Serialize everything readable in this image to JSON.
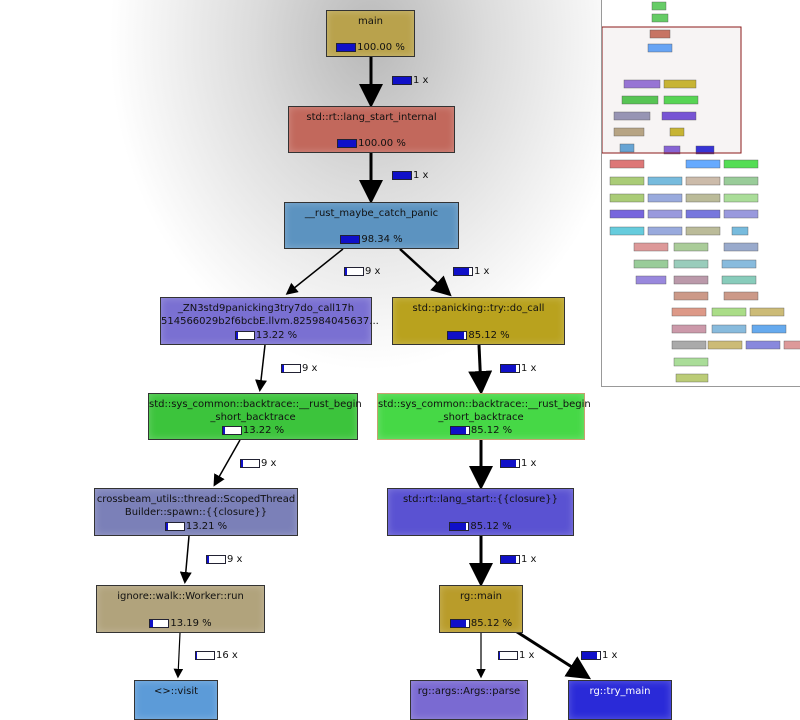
{
  "nodes": [
    {
      "id": "main",
      "name": "main",
      "cost": "100.00 %",
      "fill": 1.0,
      "color": "#b9a24c"
    },
    {
      "id": "lsi",
      "name": "std::rt::lang_start_internal",
      "cost": "100.00 %",
      "fill": 1.0,
      "color": "#c2685c"
    },
    {
      "id": "rmcp",
      "name": "__rust_maybe_catch_panic",
      "cost": "98.34 %",
      "fill": 0.98,
      "color": "#5c93c0"
    },
    {
      "id": "zn3",
      "name": "_ZN3std9panicking3try7do_call17h 514566029b2f6bcbE.llvm.825984045637...",
      "cost": "13.22 %",
      "fill": 0.13,
      "color": "#7a70d2"
    },
    {
      "id": "docall",
      "name": "std::panicking::try::do_call",
      "cost": "85.12 %",
      "fill": 0.85,
      "color": "#b9a21e"
    },
    {
      "id": "sbL",
      "name": "std::sys_common::backtrace::__rust_begin _short_backtrace",
      "cost": "13.22 %",
      "fill": 0.13,
      "color": "#3cc43c"
    },
    {
      "id": "sbR",
      "name": "std::sys_common::backtrace::__rust_begin _short_backtrace",
      "cost": "85.12 %",
      "fill": 0.85,
      "color": "#46d846"
    },
    {
      "id": "cb",
      "name": "crossbeam_utils::thread::ScopedThread Builder::spawn::{{closure}}",
      "cost": "13.21 %",
      "fill": 0.13,
      "color": "#7b80b8"
    },
    {
      "id": "lsc",
      "name": "std::rt::lang_start::{{closure}}",
      "cost": "85.12 %",
      "fill": 0.85,
      "color": "#5a52d2"
    },
    {
      "id": "wr",
      "name": "ignore::walk::Worker::run",
      "cost": "13.19 %",
      "fill": 0.13,
      "color": "#b1a37c"
    },
    {
      "id": "rgmain",
      "name": "rg::main",
      "cost": "85.12 %",
      "fill": 0.85,
      "color": "#b99c2a"
    },
    {
      "id": "visit",
      "name": "<>::visit",
      "cost": "",
      "fill": 0,
      "color": "#5c9bd8"
    },
    {
      "id": "parse",
      "name": "rg::args::Args::parse",
      "cost": "",
      "fill": 0,
      "color": "#7a6ad2"
    },
    {
      "id": "trymain",
      "name": "rg::try_main",
      "cost": "",
      "fill": 0,
      "color": "#2a2ad8"
    }
  ],
  "edges": [
    {
      "label": "1 x",
      "fill": 1.0
    },
    {
      "label": "1 x",
      "fill": 1.0
    },
    {
      "label": "9 x",
      "fill": 0.13
    },
    {
      "label": "1 x",
      "fill": 0.85
    },
    {
      "label": "9 x",
      "fill": 0.13
    },
    {
      "label": "1 x",
      "fill": 0.85
    },
    {
      "label": "9 x",
      "fill": 0.13
    },
    {
      "label": "1 x",
      "fill": 0.85
    },
    {
      "label": "9 x",
      "fill": 0.13
    },
    {
      "label": "1 x",
      "fill": 0.85
    },
    {
      "label": "16 x",
      "fill": 0.02
    },
    {
      "label": "1 x",
      "fill": 0.02
    },
    {
      "label": "1 x",
      "fill": 0.83
    }
  ]
}
